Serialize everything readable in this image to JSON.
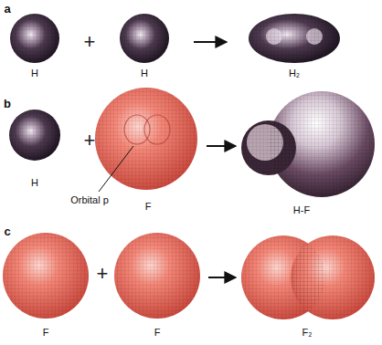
{
  "diagram": {
    "labels": [
      "a",
      "H",
      "+",
      "H",
      "H₂",
      "b",
      "H",
      "+",
      "Orbital p",
      "F",
      "H-F",
      "c",
      "F",
      "+",
      "F",
      "F₂"
    ]
  }
}
